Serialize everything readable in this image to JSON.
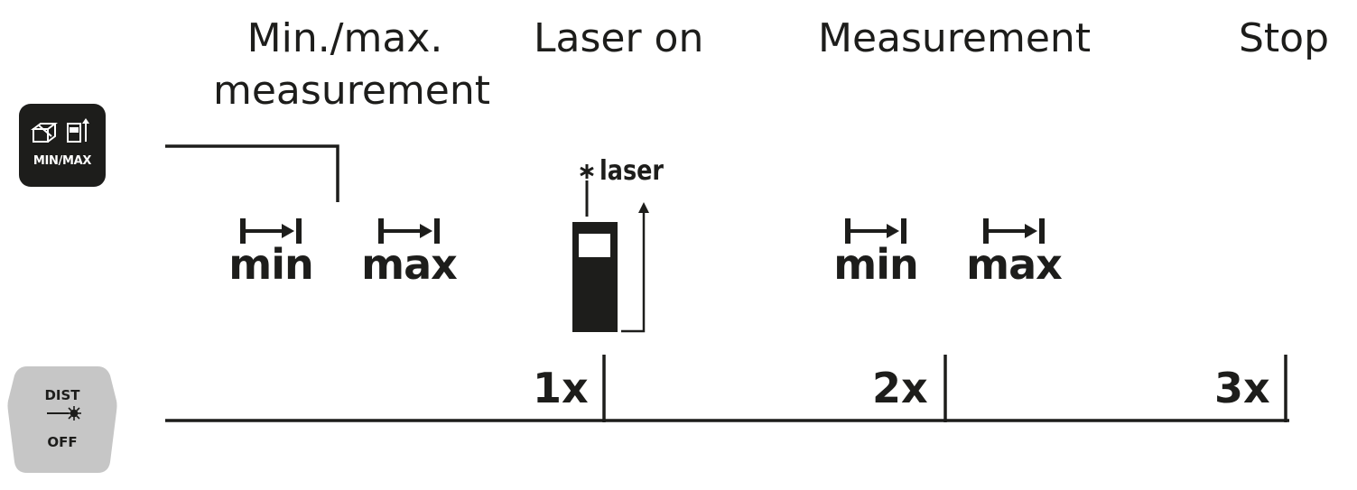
{
  "phases": {
    "minmax_line1": "Min./max.",
    "minmax_line2": "measurement",
    "laser_on": "Laser on",
    "measurement": "Measurement",
    "stop": "Stop"
  },
  "buttons": {
    "minmax_label": "MIN/MAX",
    "dist_label": "DIST",
    "off_label": "OFF",
    "minmax_color": "#1d1d1b",
    "dist_color": "#c6c6c6"
  },
  "indicators": [
    {
      "label": "min",
      "icon": "distance-arrow-icon"
    },
    {
      "label": "max",
      "icon": "distance-arrow-icon"
    },
    {
      "label": "min",
      "icon": "distance-arrow-icon"
    },
    {
      "label": "max",
      "icon": "distance-arrow-icon"
    }
  ],
  "laser": {
    "label": "laser",
    "icon": "laser-device-icon"
  },
  "presses": [
    "1x",
    "2x",
    "3x"
  ]
}
